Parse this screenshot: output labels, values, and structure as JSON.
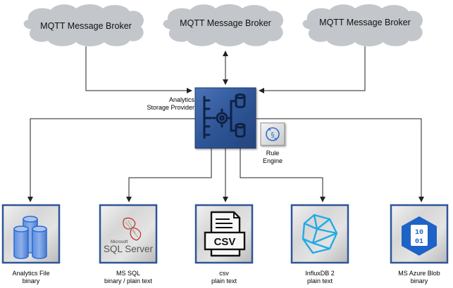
{
  "brokers": [
    {
      "label": "MQTT Message Broker"
    },
    {
      "label": "MQTT Message Broker"
    },
    {
      "label": "MQTT Message Broker"
    }
  ],
  "provider": {
    "line1": "Analytics",
    "line2": "Storage Provider"
  },
  "rule_engine": {
    "line1": "Rule",
    "line2": "Engine",
    "glyph": "§"
  },
  "targets": [
    {
      "name": "Analytics File",
      "format": "binary",
      "icon": "database-cylinders-icon"
    },
    {
      "name": "MS SQL",
      "format": "binary / plain text",
      "icon": "sql-server-icon",
      "logo_small": "Microsoft",
      "logo_text": "SQL Server"
    },
    {
      "name": "csv",
      "format": "plain text",
      "icon": "csv-file-icon",
      "logo_text": "CSV"
    },
    {
      "name": "InfluxDB 2",
      "format": "plain text",
      "icon": "influxdb-icon"
    },
    {
      "name": "MS Azure Blob",
      "format": "binary",
      "icon": "azure-blob-icon",
      "logo_text_1": "10",
      "logo_text_2": "01"
    }
  ],
  "colors": {
    "cloud": "#c3c6ca",
    "provider": "#2f5597",
    "provider_dark": "#1f3a6b",
    "icon_blue": "#2e6fd1",
    "influx_cyan": "#22aae6"
  }
}
